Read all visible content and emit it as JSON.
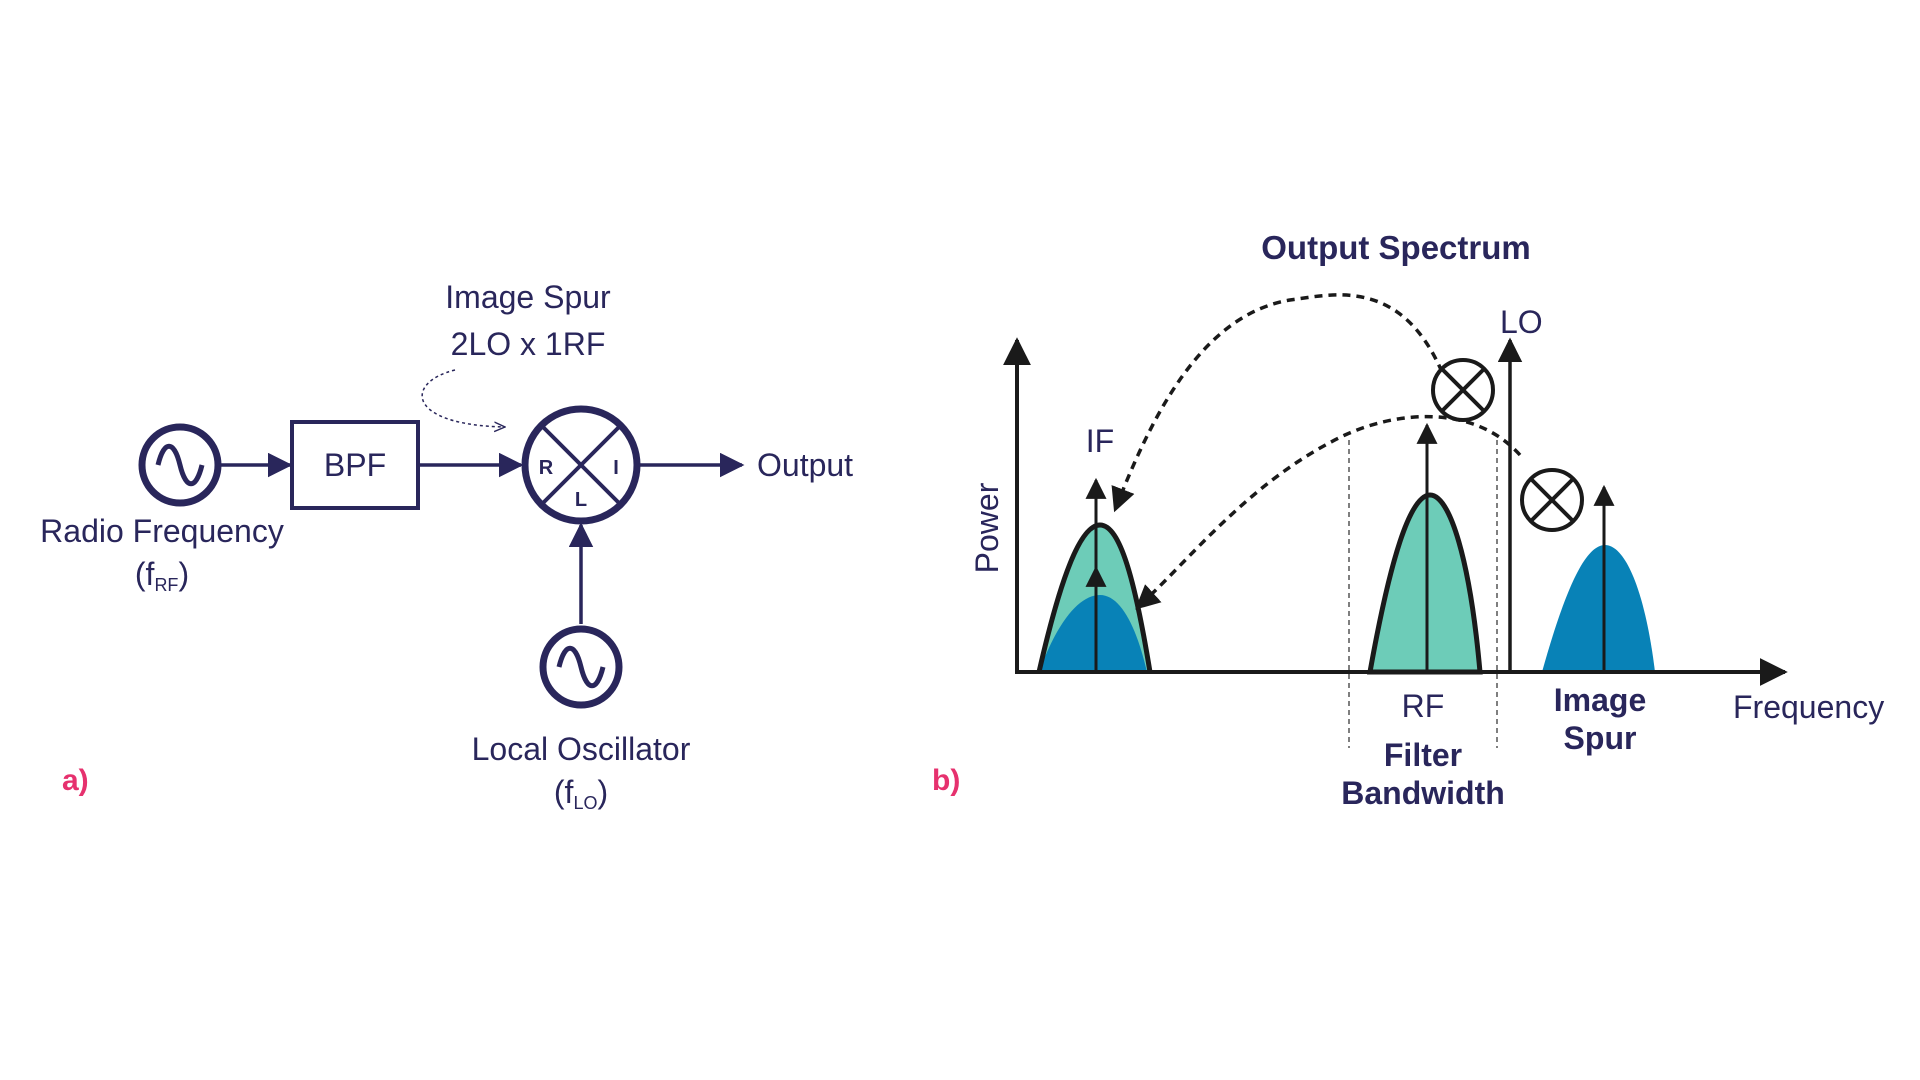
{
  "colors": {
    "navy": "#29265b",
    "teal": "#6dccb8",
    "blue": "#0882b7",
    "pink": "#e6316e",
    "black": "#1a1a1a"
  },
  "panel_a": {
    "tag": "a)",
    "annotation_line1": "Image Spur",
    "annotation_line2": "2LO x 1RF",
    "bpf_label": "BPF",
    "mixer_ports": {
      "r": "R",
      "i": "I",
      "l": "L"
    },
    "output_label": "Output",
    "rf_source_label": "Radio Frequency",
    "rf_symbol": "(f",
    "rf_sub": "RF",
    "rf_close": ")",
    "lo_source_label": "Local Oscillator",
    "lo_symbol": "(f",
    "lo_sub": "LO",
    "lo_close": ")",
    "icons": [
      "sine-source-icon",
      "mixer-icon",
      "arrow-icon"
    ]
  },
  "panel_b": {
    "tag": "b)",
    "title": "Output Spectrum",
    "y_axis_label": "Power",
    "x_axis_label": "Frequency",
    "if_label": "IF",
    "lo_label": "LO",
    "rf_label": "RF",
    "filter_line1": "Filter",
    "filter_line2": "Bandwidth",
    "image_line1": "Image",
    "image_line2": "Spur",
    "icons": [
      "mixer-icon",
      "arrow-icon"
    ]
  }
}
